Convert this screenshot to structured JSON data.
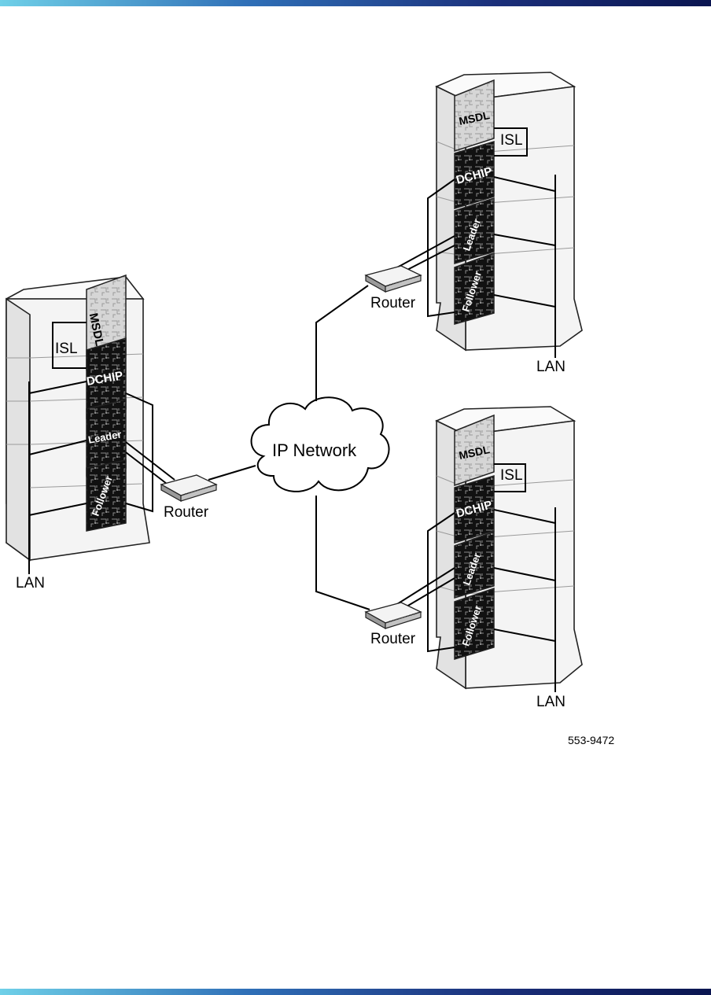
{
  "labels": {
    "isl": "ISL",
    "lan": "LAN",
    "router": "Router",
    "network": "IP Network",
    "figure_id": "553-9472"
  },
  "cards": {
    "msdl": "MSDL",
    "dchip": "DCHIP",
    "leader": "Leader",
    "follower": "Follower"
  },
  "colors": {
    "header_gradient": [
      "#6fd0e8",
      "#2f6fb7",
      "#0a1550"
    ],
    "card_dark": "#111111",
    "card_light": "#d0d0d0"
  }
}
